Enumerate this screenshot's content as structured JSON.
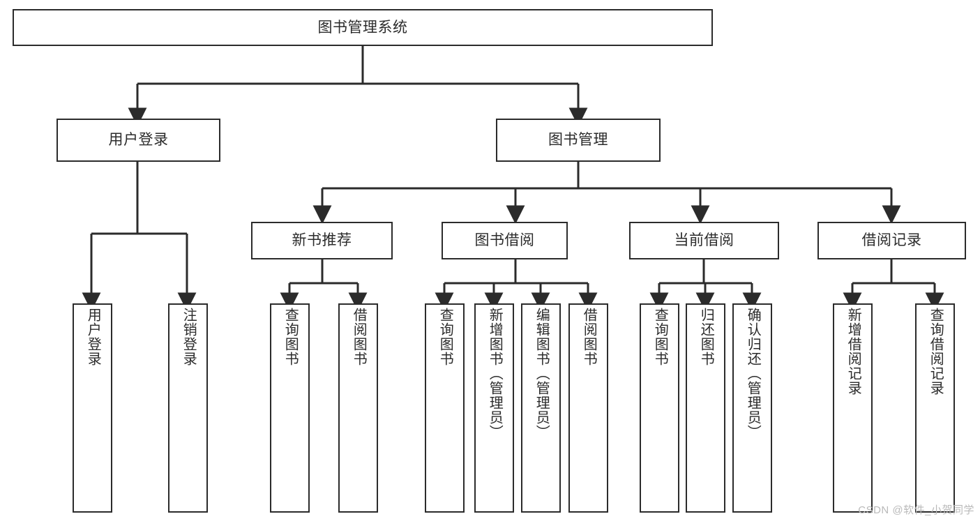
{
  "diagram": {
    "title": "图书管理系统",
    "type": "功能结构图",
    "root": {
      "label": "图书管理系统"
    },
    "level1": [
      {
        "label": "用户登录"
      },
      {
        "label": "图书管理"
      }
    ],
    "level2": [
      {
        "label": "新书推荐"
      },
      {
        "label": "图书借阅"
      },
      {
        "label": "当前借阅"
      },
      {
        "label": "借阅记录"
      }
    ],
    "leaves": {
      "user_login": [
        {
          "label": "用户登录"
        },
        {
          "label": "注销登录"
        }
      ],
      "new_book_recommend": [
        {
          "label": "查询图书"
        },
        {
          "label": "借阅图书"
        }
      ],
      "book_borrow": [
        {
          "label": "查询图书"
        },
        {
          "label": "新增图书（管理员）"
        },
        {
          "label": "编辑图书（管理员）"
        },
        {
          "label": "借阅图书"
        }
      ],
      "current_borrow": [
        {
          "label": "查询图书"
        },
        {
          "label": "归还图书"
        },
        {
          "label": "确认归还（管理员）"
        }
      ],
      "borrow_record": [
        {
          "label": "新增借阅记录"
        },
        {
          "label": "查询借阅记录"
        }
      ]
    }
  },
  "watermark": {
    "text": "CSDN @软件_小贺同学"
  },
  "colors": {
    "stroke": "#2b2b2b",
    "fill": "#ffffff",
    "text": "#2b2b2b",
    "watermark": "#b9b9b9"
  }
}
